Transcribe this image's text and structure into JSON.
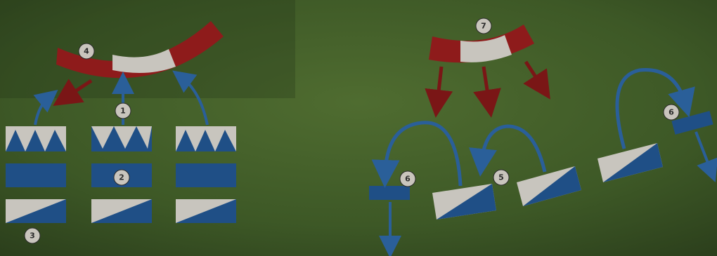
{
  "colors": {
    "background_left": "#3f5a28",
    "background_right": "#4d6a2f",
    "blue": "#1f4f86",
    "arrow_blue": "#2a5f99",
    "white_panel": "#c8c5be",
    "red": "#8e1b1b",
    "arrow_red": "#7a1616",
    "badge": "#c9c5bd"
  },
  "markers": [
    {
      "id": "m1",
      "label": "1"
    },
    {
      "id": "m2",
      "label": "2"
    },
    {
      "id": "m3",
      "label": "3"
    },
    {
      "id": "m4",
      "label": "4"
    },
    {
      "id": "m5",
      "label": "5"
    },
    {
      "id": "m6a",
      "label": "6"
    },
    {
      "id": "m6b",
      "label": "6"
    },
    {
      "id": "m7",
      "label": "7"
    }
  ]
}
